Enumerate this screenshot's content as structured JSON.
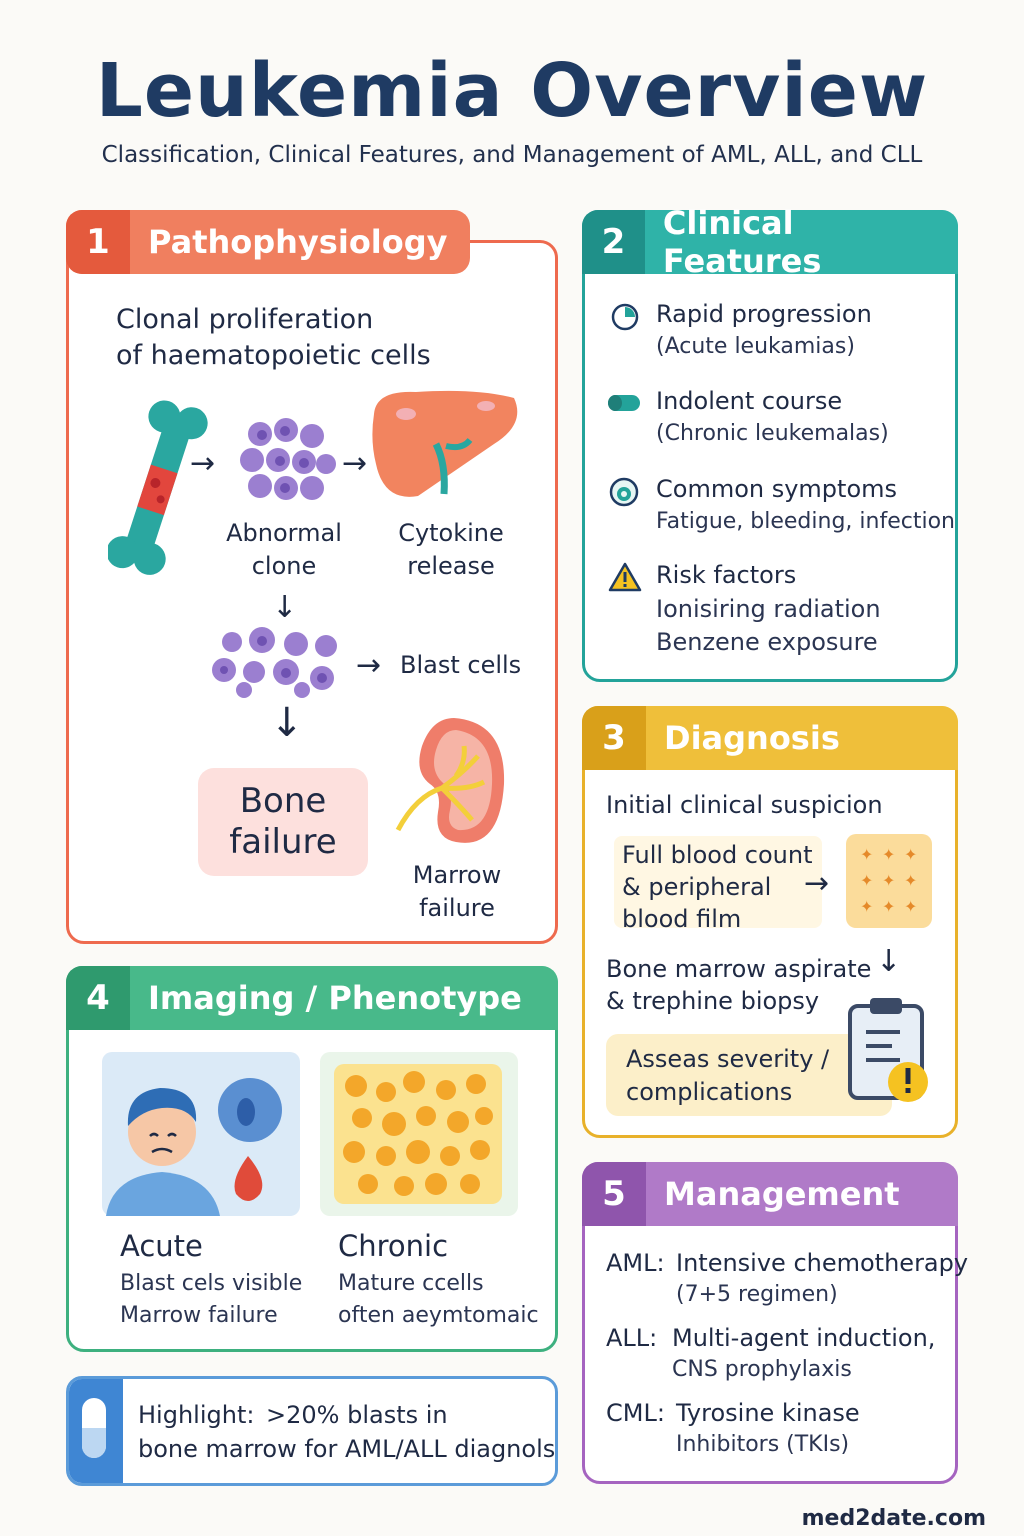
{
  "title": "Leukemia Overview",
  "subtitle": "Classification, Clinical Features, and Management of AML, ALL, and CLL",
  "colors": {
    "patho": "#ee6a4e",
    "clinical": "#23a39a",
    "diagnosis": "#e8b12a",
    "imaging": "#3db07f",
    "management": "#a564c0",
    "highlight": "#3f86d3"
  },
  "patho": {
    "num": "1",
    "label": "Pathophysiology",
    "intro_1": "Clonal proliferation",
    "intro_2": "of haematopoietic cells",
    "abnormal_1": "Abnormal",
    "abnormal_2": "clone",
    "cytokine_1": "Cytokine",
    "cytokine_2": "release",
    "blast": "Blast cells",
    "bone_1": "Bone",
    "bone_2": "failure",
    "marrow_1": "Marrow",
    "marrow_2": "failure"
  },
  "clinical": {
    "num": "2",
    "label": "Clinical Features",
    "items": [
      {
        "title": "Rapid progression",
        "sub": "(Acute leukamias)",
        "icon": "clock-icon"
      },
      {
        "title": "Indolent course",
        "sub": "(Chronic leukemalas)",
        "icon": "pill-icon"
      },
      {
        "title": "Common symptoms",
        "sub": "Fatigue, bleeding, infection",
        "icon": "cell-icon"
      },
      {
        "title": "Risk factors",
        "sub": "Ionisiring radiation",
        "sub2": "Benzene exposure",
        "icon": "warning-icon"
      }
    ]
  },
  "diagnosis": {
    "num": "3",
    "label": "Diagnosis",
    "suspicion": "Initial clinical suspicion",
    "fbc_1": "Full blood count",
    "fbc_2": "& peripheral",
    "fbc_3": "blood film",
    "marrow_1": "Bone marrow aspirate",
    "marrow_2": "& trephine biopsy",
    "severity_1": "Asseas severity /",
    "severity_2": "complications"
  },
  "imaging": {
    "num": "4",
    "label": "Imaging / Phenotype",
    "acute": "Acute",
    "acute_1": "Blast cels visible",
    "acute_2": "Marrow failure",
    "chronic": "Chronic",
    "chronic_1": "Mature ccells",
    "chronic_2": "often aeymtomaic"
  },
  "highlight": {
    "label": "Highlight:",
    "text_1": ">20% blasts in",
    "text_2": "bone marrow for AML/ALL diagnols"
  },
  "management": {
    "num": "5",
    "label": "Management",
    "items": [
      {
        "key": "AML:",
        "l1": "Intensive chemotherapy",
        "l2": "(7+5 regimen)"
      },
      {
        "key": "ALL:",
        "l1": "Multi-agent induction,",
        "l2": "CNS prophylaxis"
      },
      {
        "key": "CML:",
        "l1": "Tyrosine kinase",
        "l2": "Inhibitors (TKIs)"
      }
    ]
  },
  "footer": "med2date.com"
}
